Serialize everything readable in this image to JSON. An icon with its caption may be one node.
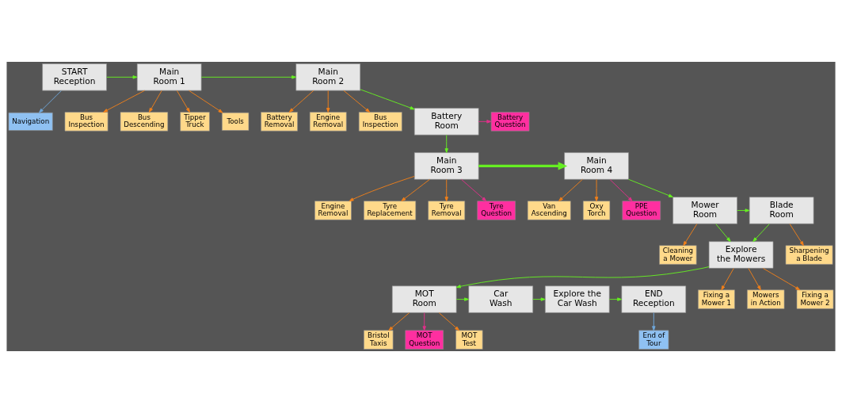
{
  "diagram": {
    "nodes": [
      {
        "text": [
          "Navigation"
        ]
      },
      {
        "text": [
          "START Reception"
        ]
      },
      {
        "text": [
          "Bus Inspection"
        ]
      },
      {
        "text": [
          "Bus Descending"
        ]
      },
      {
        "text": [
          "Tipper Truck"
        ]
      },
      {
        "text": [
          "Tools"
        ]
      },
      {
        "text": [
          "Main Room 1"
        ]
      },
      {
        "text": [
          "Battery Removal"
        ]
      },
      {
        "text": [
          "Engine Removal"
        ]
      },
      {
        "text": [
          "Bus Inspection"
        ]
      },
      {
        "text": [
          "Main Room 2"
        ]
      },
      {
        "text": [
          "Engine Removal"
        ]
      },
      {
        "text": [
          "Tyre Replacement"
        ]
      },
      {
        "text": [
          "Tyre Removal"
        ]
      },
      {
        "text": [
          "Tyre Question"
        ]
      },
      {
        "text": [
          "Main Room 3"
        ]
      },
      {
        "text": [
          "Van Ascending"
        ]
      },
      {
        "text": [
          "Oxy Torch"
        ]
      },
      {
        "text": [
          "PPE Question"
        ]
      },
      {
        "text": [
          "Main Room 4"
        ]
      },
      {
        "text": [
          "End of Tour"
        ]
      },
      {
        "text": [
          "END Reception"
        ]
      },
      {
        "text": [
          "Battery Question"
        ]
      },
      {
        "text": [
          "Battery Room"
        ]
      },
      {
        "text": [
          "Explore the Car Wash"
        ]
      },
      {
        "text": [
          "Bristol Taxis"
        ]
      },
      {
        "text": [
          "Sharpening a Blade"
        ]
      },
      {
        "text": [
          "Blade Room"
        ]
      },
      {
        "text": [
          "Mower Room"
        ]
      },
      {
        "text": [
          "MOT Room"
        ]
      },
      {
        "text": [
          "Cleaning a Mower"
        ]
      },
      {
        "text": [
          "Car Wash"
        ]
      },
      {
        "text": [
          "Explore the Mowers"
        ]
      },
      {
        "text": [
          "Fixing a Mower 1"
        ]
      },
      {
        "text": [
          "Mowers in Action"
        ]
      },
      {
        "text": [
          "Fixing a Mower 2"
        ]
      },
      {
        "text": [
          "MOT Question"
        ]
      },
      {
        "text": [
          "MOT Test"
        ]
      }
    ],
    "edges": [
      {
        "from": 1,
        "to": 0,
        "arrow": "to",
        "color": "#6fa8dc"
      },
      {
        "from": 1,
        "to": 6,
        "arrow": "to",
        "color": "#66ee22"
      },
      {
        "from": 6,
        "to": 2,
        "arrow": "to"
      },
      {
        "from": 6,
        "to": 3,
        "arrow": "to"
      },
      {
        "from": 6,
        "to": 4,
        "arrow": "to"
      },
      {
        "from": 6,
        "to": 5,
        "arrow": "to"
      },
      {
        "from": 6,
        "to": 10,
        "arrow": "to",
        "color": "#66ee22"
      },
      {
        "from": 10,
        "to": 7,
        "arrow": "to"
      },
      {
        "from": 10,
        "to": 8,
        "arrow": "to"
      },
      {
        "from": 10,
        "to": 9,
        "arrow": "to"
      },
      {
        "from": 10,
        "to": 23,
        "arrow": "to",
        "color": "#66ee22"
      },
      {
        "from": 23,
        "to": 22,
        "arrow": "to",
        "color": "#e0308a"
      },
      {
        "from": 23,
        "to": 15,
        "arrow": "to",
        "color": "#66ee22"
      },
      {
        "from": 15,
        "to": 11,
        "arrow": "to"
      },
      {
        "from": 15,
        "to": 12,
        "arrow": "to"
      },
      {
        "from": 15,
        "to": 13,
        "arrow": "to"
      },
      {
        "from": 15,
        "to": 14,
        "arrow": "to",
        "color": "#e0308a"
      },
      {
        "from": 15,
        "to": 19,
        "arrow": "to",
        "style": "thick",
        "color": "#66ee22"
      },
      {
        "from": 19,
        "to": 16,
        "arrow": "to"
      },
      {
        "from": 19,
        "to": 17,
        "arrow": "to"
      },
      {
        "from": 19,
        "to": 18,
        "arrow": "to",
        "color": "#e0308a"
      },
      {
        "from": 19,
        "to": 28,
        "arrow": "to",
        "color": "#66ee22"
      },
      {
        "from": 28,
        "to": 27,
        "arrow": "to",
        "color": "#66ee22"
      },
      {
        "from": 27,
        "to": 26,
        "arrow": "to"
      },
      {
        "from": 28,
        "to": 30,
        "arrow": "to"
      },
      {
        "from": 27,
        "to": 32,
        "arrow": "to",
        "color": "#66ee22"
      },
      {
        "from": 28,
        "to": 32,
        "arrow": "to",
        "color": "#66ee22"
      },
      {
        "from": 32,
        "to": 33,
        "arrow": "to"
      },
      {
        "from": 32,
        "to": 34,
        "arrow": "to"
      },
      {
        "from": 32,
        "to": 35,
        "arrow": "to"
      },
      {
        "from": 32,
        "to": 29,
        "arrow": "to",
        "color": "#66ee22"
      },
      {
        "from": 29,
        "to": 25,
        "arrow": "to"
      },
      {
        "from": 29,
        "to": 36,
        "arrow": "to",
        "color": "#e0308a"
      },
      {
        "from": 29,
        "to": 37,
        "arrow": "to"
      },
      {
        "from": 29,
        "to": 31,
        "arrow": "to",
        "color": "#66ee22"
      },
      {
        "from": 31,
        "to": 24,
        "arrow": "to",
        "color": "#66ee22"
      },
      {
        "from": 24,
        "to": 21,
        "arrow": "to",
        "color": "#66ee22"
      },
      {
        "from": 21,
        "to": 20,
        "arrow": "to",
        "color": "#6fa8dc"
      }
    ]
  }
}
